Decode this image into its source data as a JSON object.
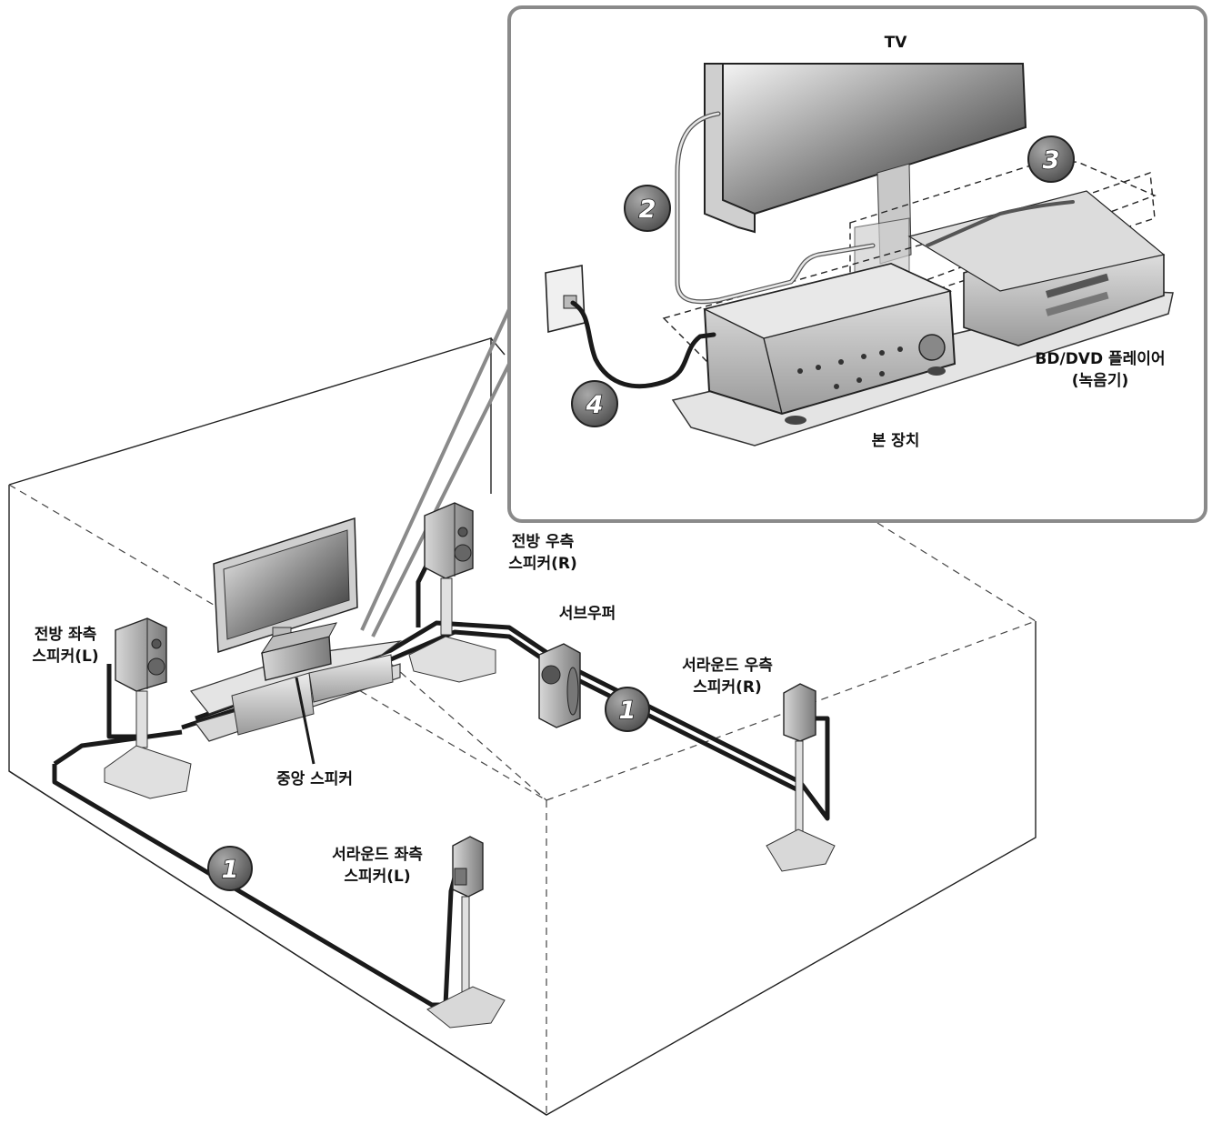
{
  "labels": {
    "tv": "TV",
    "front_left": [
      "전방 좌측",
      "스피커(L)"
    ],
    "front_right": [
      "전방 우측",
      "스피커(R)"
    ],
    "subwoofer": "서브우퍼",
    "center": "중앙 스피커",
    "surround_right": [
      "서라운드 우측",
      "스피커(R)"
    ],
    "surround_left": [
      "서라운드 좌측",
      "스피커(L)"
    ],
    "player": [
      "BD/DVD 플레이어",
      "(녹음기)"
    ],
    "unit": "본 장치"
  },
  "steps": {
    "speaker_cable_a": "1",
    "speaker_cable_b": "1",
    "tv_cable": "2",
    "tv_shelf": "3",
    "power_cable": "4"
  },
  "colors": {
    "outline": "#8a8a8a",
    "cable": "#1a1a1a",
    "badge_fill": "#6f6f6f"
  }
}
